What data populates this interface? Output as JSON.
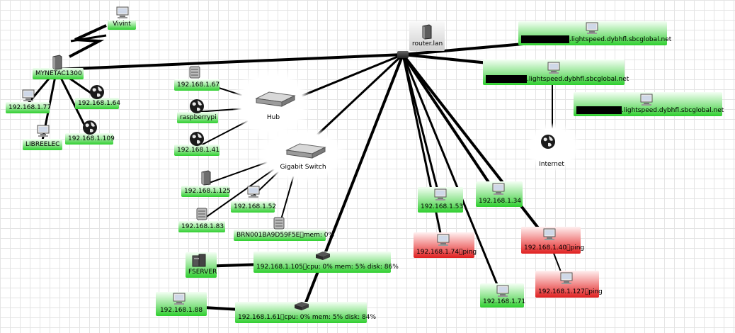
{
  "nodes": {
    "vivint": {
      "label": "Vivint",
      "status": "ok",
      "icon": "monitor-icon"
    },
    "mynetac1300": {
      "label": "MYNETAC1300",
      "status": "ok",
      "icon": "tower-icon"
    },
    "n_77": {
      "label": "192.168.1.77",
      "status": "ok",
      "icon": "monitor-icon"
    },
    "n_64": {
      "label": "192.168.1.64",
      "status": "ok",
      "icon": "globe-icon"
    },
    "librelec": {
      "label": "LIBREELEC",
      "status": "ok",
      "icon": "monitor-icon"
    },
    "n_109": {
      "label": "192.168.1.109",
      "status": "ok",
      "icon": "globe-icon"
    },
    "n_167": {
      "label": "192.168.1.67",
      "status": "ok",
      "icon": "server-icon"
    },
    "raspberrypi": {
      "label": "raspberrypi",
      "status": "ok",
      "icon": "globe-icon"
    },
    "n_141": {
      "label": "192.168.1.41",
      "status": "ok",
      "icon": "globe-icon"
    },
    "hub": {
      "label": "Hub",
      "status": "plain",
      "icon": "switch-icon"
    },
    "gigabit": {
      "label": "Gigabit Switch",
      "status": "plain",
      "icon": "switch-icon"
    },
    "n_125": {
      "label": "192.168.1.125",
      "status": "ok",
      "icon": "tower-icon"
    },
    "n_52": {
      "label": "192.168.1.52",
      "status": "ok",
      "icon": "monitor-icon"
    },
    "n_83": {
      "label": "192.168.1.83",
      "status": "ok",
      "icon": "server-icon"
    },
    "brn": {
      "label": "BRN001BA9D59F5E\u0000mem: 0%",
      "status": "ok",
      "icon": "server-icon"
    },
    "fserver": {
      "label": "FSERVER",
      "status": "ok",
      "icon": "folder-server-icon"
    },
    "n_105": {
      "label": "192.168.1.105\u0000cpu: 0% mem: 5% disk: 86%",
      "status": "ok",
      "icon": "nas-icon"
    },
    "n_88": {
      "label": "192.168.1.88",
      "status": "ok",
      "icon": "monitor-icon"
    },
    "n_61": {
      "label": "192.168.1.61\u0000cpu: 0% mem: 5% disk: 84%",
      "status": "ok",
      "icon": "nas-icon"
    },
    "router": {
      "label": "router.lan",
      "status": "router",
      "icon": "router-icon"
    },
    "ext1": {
      "label": ".lightspeed.dybhfl.sbcglobal.net",
      "status": "ok",
      "icon": "monitor-icon"
    },
    "ext2": {
      "label": ".lightspeed.dybhfl.sbcglobal.net",
      "status": "ok",
      "icon": "monitor-icon"
    },
    "ext3": {
      "label": ".lightspeed.dybhfl.sbcglobal.net",
      "status": "ok",
      "icon": "monitor-icon"
    },
    "internet": {
      "label": "Internet",
      "status": "plain",
      "icon": "globe-icon"
    },
    "n_153": {
      "label": "192.168.1.53",
      "status": "ok",
      "icon": "monitor-icon"
    },
    "n_174": {
      "label": "192.168.1.74\u0000ping",
      "status": "down",
      "icon": "monitor-icon"
    },
    "n_134": {
      "label": "192.168.1.34",
      "status": "ok",
      "icon": "monitor-icon"
    },
    "n_140": {
      "label": "192.168.1.40\u0000ping",
      "status": "down",
      "icon": "monitor-icon"
    },
    "n_127": {
      "label": "192.168.1.127\u0000ping",
      "status": "down",
      "icon": "monitor-icon"
    },
    "n_171": {
      "label": "192.168.1.71",
      "status": "ok",
      "icon": "monitor-icon"
    }
  },
  "colors": {
    "ok": "#2fcf2f",
    "down": "#e02020",
    "link": "#000000"
  }
}
